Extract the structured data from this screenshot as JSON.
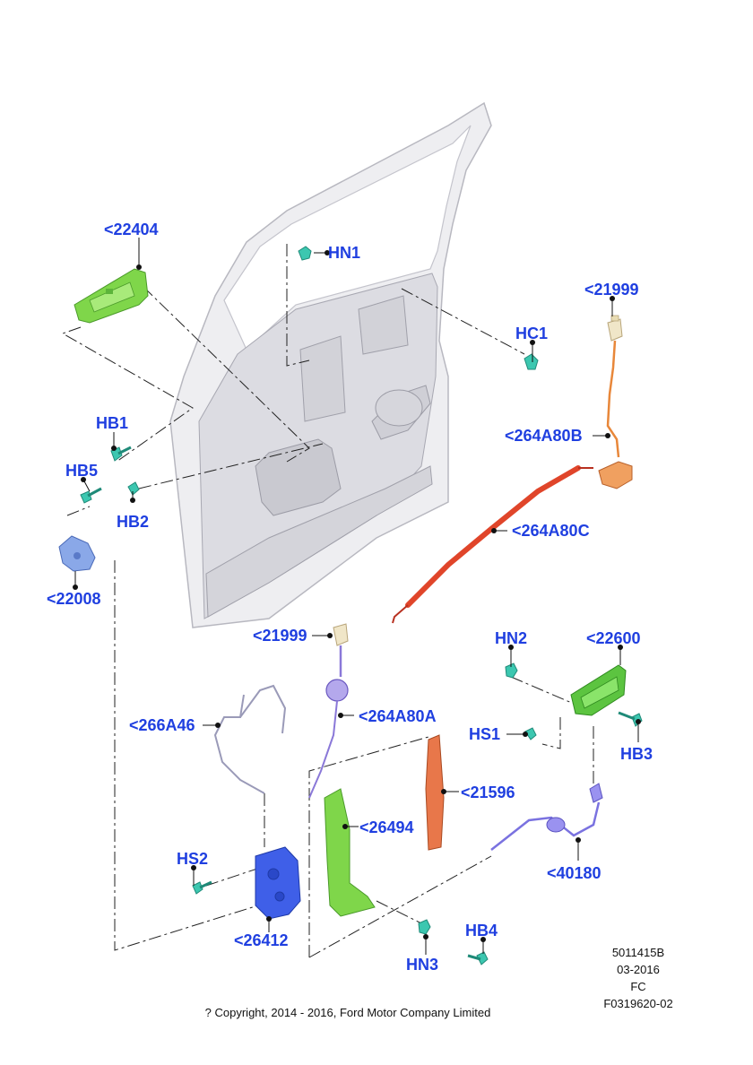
{
  "diagram": {
    "parts": [
      {
        "id": "p22404",
        "label": "<22404"
      },
      {
        "id": "pHN1",
        "label": "HN1"
      },
      {
        "id": "p21999a",
        "label": "<21999"
      },
      {
        "id": "pHC1",
        "label": "HC1"
      },
      {
        "id": "pHB1",
        "label": "HB1"
      },
      {
        "id": "pHB5",
        "label": "HB5"
      },
      {
        "id": "pHB2",
        "label": "HB2"
      },
      {
        "id": "p264A80B",
        "label": "<264A80B"
      },
      {
        "id": "p264A80C",
        "label": "<264A80C"
      },
      {
        "id": "p22008",
        "label": "<22008"
      },
      {
        "id": "p21999b",
        "label": "<21999"
      },
      {
        "id": "pHN2",
        "label": "HN2"
      },
      {
        "id": "p22600",
        "label": "<22600"
      },
      {
        "id": "p266A46",
        "label": "<266A46"
      },
      {
        "id": "p264A80A",
        "label": "<264A80A"
      },
      {
        "id": "pHS1",
        "label": "HS1"
      },
      {
        "id": "pHB3",
        "label": "HB3"
      },
      {
        "id": "p21596",
        "label": "<21596"
      },
      {
        "id": "p26494",
        "label": "<26494"
      },
      {
        "id": "pHS2",
        "label": "HS2"
      },
      {
        "id": "p40180",
        "label": "<40180"
      },
      {
        "id": "p26412",
        "label": "<26412"
      },
      {
        "id": "pHB4",
        "label": "HB4"
      },
      {
        "id": "pHN3",
        "label": "HN3"
      }
    ],
    "colors": {
      "label": "#1f3fe0",
      "handle_green": "#7fd64a",
      "fastener_teal": "#3cc7b0",
      "cable_orange": "#e8873a",
      "rod_red": "#e0452a",
      "bracket_orange": "#e8774a",
      "cable_purple": "#8a78d8",
      "latch_blue": "#3f5fe8",
      "hinge_blue": "#8aa8e8",
      "door_gray": "#e9e9ec"
    },
    "drawing_info": {
      "number": "5011415B",
      "date": "03-2016",
      "code": "FC",
      "figure": "F0319620-02"
    },
    "copyright": "? Copyright, 2014 - 2016, Ford Motor Company Limited"
  }
}
